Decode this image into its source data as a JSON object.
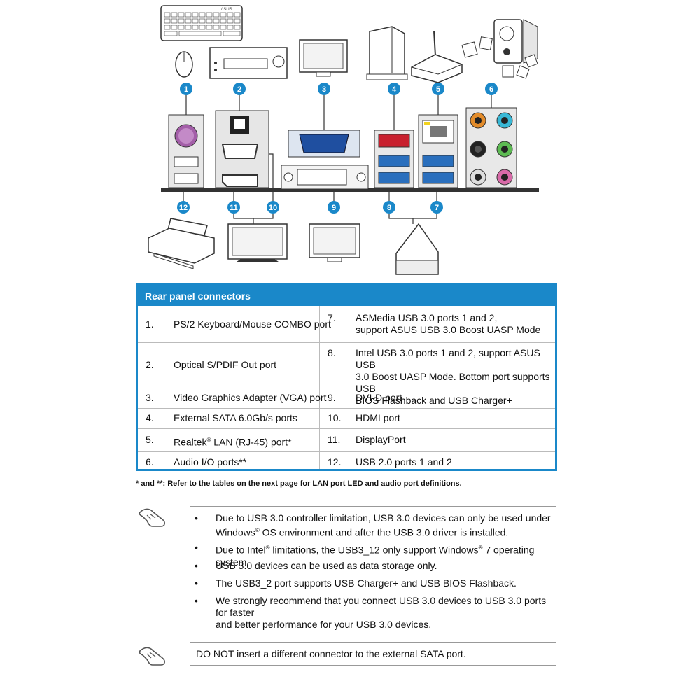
{
  "figure": {
    "callouts": [
      "1",
      "2",
      "3",
      "4",
      "5",
      "6",
      "12",
      "11",
      "10",
      "9",
      "8",
      "7"
    ],
    "accent": "#1a88c9",
    "logo_text": "/ISUS"
  },
  "table": {
    "title": "Rear panel connectors",
    "left": [
      {
        "num": "1.",
        "text": "PS/2 Keyboard/Mouse COMBO port"
      },
      {
        "num": "2.",
        "text": "Optical S/PDIF Out port"
      },
      {
        "num": "3.",
        "text": "Video Graphics Adapter (VGA) port"
      },
      {
        "num": "4.",
        "text": "External SATA 6.0Gb/s ports"
      },
      {
        "num": "5.",
        "text_a": "Realtek",
        "sup": "®",
        "text_b": " LAN (RJ-45) port*"
      },
      {
        "num": "6.",
        "text": "Audio I/O ports**"
      }
    ],
    "right": [
      {
        "num": "7.",
        "line1": "ASMedia USB 3.0 ports 1 and 2,",
        "line2": "support ASUS USB 3.0 Boost UASP Mode"
      },
      {
        "num": "8.",
        "line1": "Intel USB 3.0 ports 1 and 2, support ASUS USB",
        "line2": "3.0 Boost UASP Mode. Bottom port supports USB",
        "line3": "BIOS Flashback and USB Charger+"
      },
      {
        "num": "9.",
        "text": "DVI-D port"
      },
      {
        "num": "10.",
        "text": "HDMI port"
      },
      {
        "num": "11.",
        "text": "DisplayPort"
      },
      {
        "num": "12.",
        "text": "USB 2.0 ports 1 and 2"
      }
    ]
  },
  "footnote": "* and **: Refer to the tables on the next page for LAN port LED and audio port definitions.",
  "notes": {
    "bullet": "•",
    "n1_a": "Due to USB 3.0 controller limitation, USB 3.0 devices can only be used under",
    "n1_b": "Windows",
    "n1_sup": "®",
    "n1_c": " OS environment and after the USB 3.0 driver is installed.",
    "n2_a": "Due to Intel",
    "n2_sup1": "®",
    "n2_b": " limitations, the USB3_12 only support Windows",
    "n2_sup2": "®",
    "n2_c": " 7 operating system.",
    "n3": "USB 3.0 devices can be used as data storage only.",
    "n4": "The USB3_2 port supports USB Charger+ and USB BIOS Flashback.",
    "n5_a": "We strongly recommend that you connect USB 3.0 devices to USB 3.0 ports for faster",
    "n5_b": "and better performance for your USB 3.0 devices.",
    "warning": "DO NOT insert a different connector to the external SATA port."
  }
}
